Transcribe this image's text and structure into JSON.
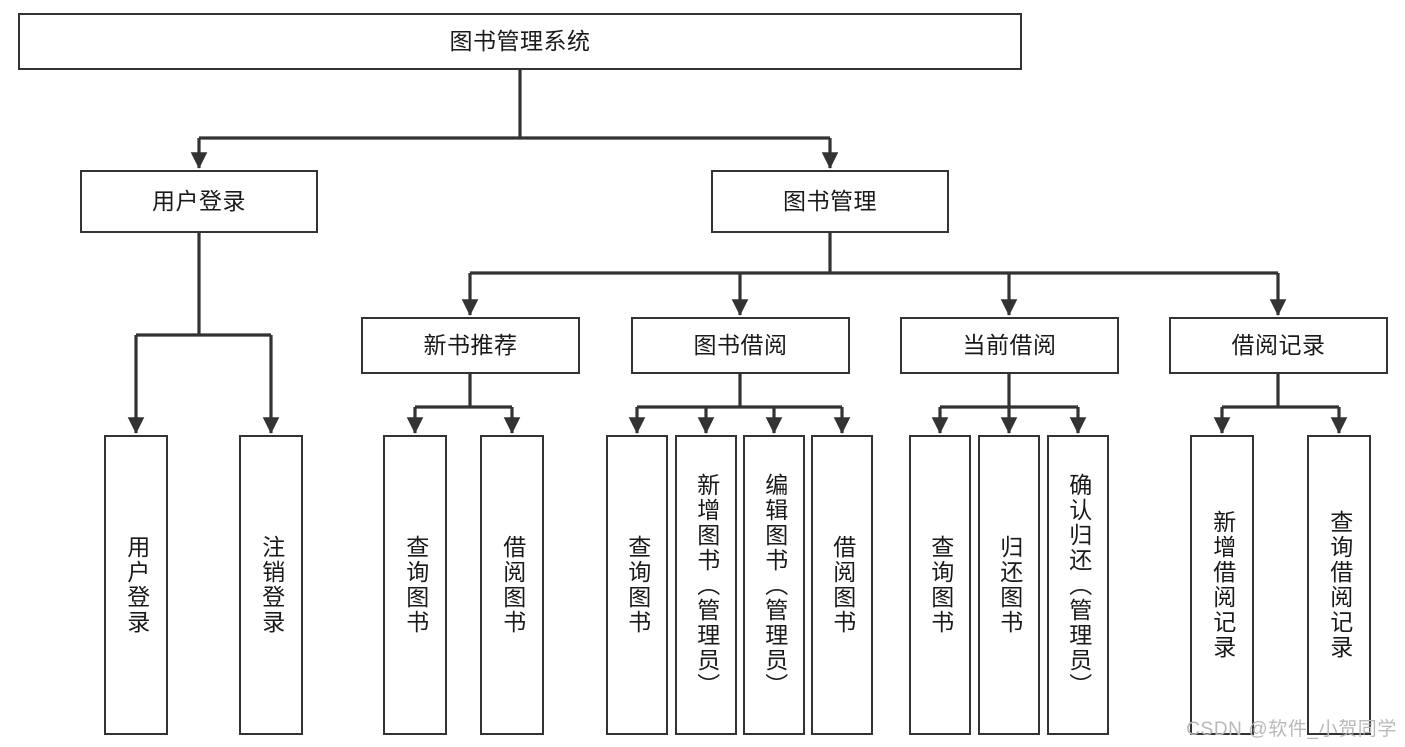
{
  "diagram": {
    "type": "tree",
    "title": "图书管理系统",
    "orientation": "top-down",
    "colors": {
      "stroke": "#333333",
      "node_fill": "#ffffff",
      "text": "#1a1a1a",
      "watermark": "#b9b9b9",
      "background": "#ffffff"
    },
    "watermark": "CSDN @软件_小贺同学",
    "nodes": {
      "root": {
        "label": "图书管理系统",
        "level": 1
      },
      "user_login": {
        "label": "用户登录",
        "level": 2
      },
      "book_manage": {
        "label": "图书管理",
        "level": 2
      },
      "new_book_rec": {
        "label": "新书推荐",
        "level": 3
      },
      "book_borrow": {
        "label": "图书借阅",
        "level": 3
      },
      "current_borrow": {
        "label": "当前借阅",
        "level": 3
      },
      "borrow_record": {
        "label": "借阅记录",
        "level": 3
      },
      "leaf_user_login": {
        "label": "用户登录",
        "level": 3
      },
      "leaf_logout": {
        "label": "注销登录",
        "level": 3
      },
      "leaf_query_book_1": {
        "label": "查询图书",
        "level": 4
      },
      "leaf_borrow_book_1": {
        "label": "借阅图书",
        "level": 4
      },
      "leaf_query_book_2": {
        "label": "查询图书",
        "level": 4
      },
      "leaf_add_book": {
        "label": "新增图书（管理员）",
        "level": 4
      },
      "leaf_edit_book": {
        "label": "编辑图书（管理员）",
        "level": 4
      },
      "leaf_borrow_book_2": {
        "label": "借阅图书",
        "level": 4
      },
      "leaf_query_book_3": {
        "label": "查询图书",
        "level": 4
      },
      "leaf_return_book": {
        "label": "归还图书",
        "level": 4
      },
      "leaf_confirm_return": {
        "label": "确认归还（管理员）",
        "level": 4
      },
      "leaf_add_record": {
        "label": "新增借阅记录",
        "level": 4
      },
      "leaf_query_record": {
        "label": "查询借阅记录",
        "level": 4
      }
    },
    "edges": [
      {
        "from": "root",
        "to": "user_login"
      },
      {
        "from": "root",
        "to": "book_manage"
      },
      {
        "from": "user_login",
        "to": "leaf_user_login"
      },
      {
        "from": "user_login",
        "to": "leaf_logout"
      },
      {
        "from": "book_manage",
        "to": "new_book_rec"
      },
      {
        "from": "book_manage",
        "to": "book_borrow"
      },
      {
        "from": "book_manage",
        "to": "current_borrow"
      },
      {
        "from": "book_manage",
        "to": "borrow_record"
      },
      {
        "from": "new_book_rec",
        "to": "leaf_query_book_1"
      },
      {
        "from": "new_book_rec",
        "to": "leaf_borrow_book_1"
      },
      {
        "from": "book_borrow",
        "to": "leaf_query_book_2"
      },
      {
        "from": "book_borrow",
        "to": "leaf_add_book"
      },
      {
        "from": "book_borrow",
        "to": "leaf_edit_book"
      },
      {
        "from": "book_borrow",
        "to": "leaf_borrow_book_2"
      },
      {
        "from": "current_borrow",
        "to": "leaf_query_book_3"
      },
      {
        "from": "current_borrow",
        "to": "leaf_return_book"
      },
      {
        "from": "current_borrow",
        "to": "leaf_confirm_return"
      },
      {
        "from": "borrow_record",
        "to": "leaf_add_record"
      },
      {
        "from": "borrow_record",
        "to": "leaf_query_record"
      }
    ]
  }
}
